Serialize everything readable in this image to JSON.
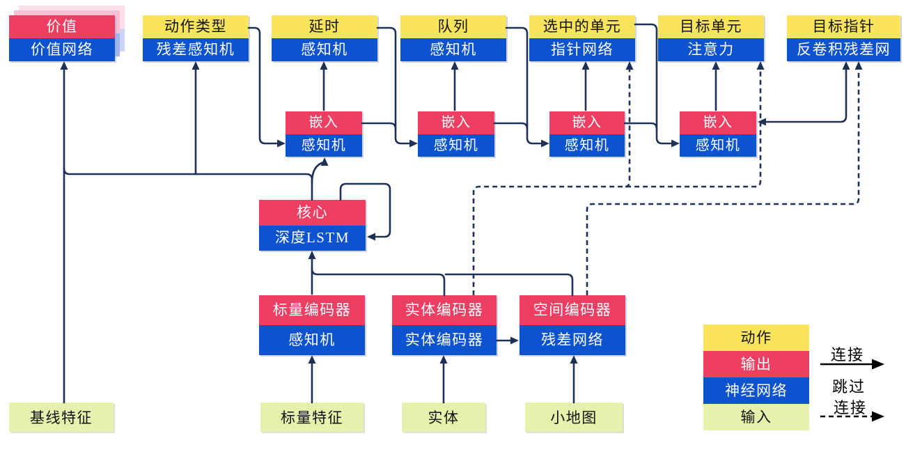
{
  "palette": {
    "action_yellow": "#F9E45B",
    "output_red": "#EE3F63",
    "network_blue": "#0D53D0",
    "input_green": "#E4F2AD",
    "connector_navy": "#1F3057",
    "legend_arrow_black": "#000000",
    "value_shadow_pink": "#F6BFD3",
    "value_shadow_blue": "#9FB4EA",
    "value_shadow_pink_far": "#FBDFEA",
    "value_shadow_blue_far": "#CBD6F4"
  },
  "top_row": [
    {
      "id": "value",
      "top": "价值",
      "bottom": "价值网络",
      "top_type": "output"
    },
    {
      "id": "action-type",
      "top": "动作类型",
      "bottom": "残差感知机",
      "top_type": "action"
    },
    {
      "id": "delay",
      "top": "延时",
      "bottom": "感知机",
      "top_type": "action"
    },
    {
      "id": "queue",
      "top": "队列",
      "bottom": "感知机",
      "top_type": "action"
    },
    {
      "id": "selected-units",
      "top": "选中的单元",
      "bottom": "指针网络",
      "top_type": "action"
    },
    {
      "id": "target-unit",
      "top": "目标单元",
      "bottom": "注意力",
      "top_type": "action"
    },
    {
      "id": "target-pointer",
      "top": "目标指针",
      "bottom": "反卷积残差网",
      "top_type": "action"
    }
  ],
  "embeddings": [
    {
      "top": "嵌入",
      "bottom": "感知机"
    },
    {
      "top": "嵌入",
      "bottom": "感知机"
    },
    {
      "top": "嵌入",
      "bottom": "感知机"
    },
    {
      "top": "嵌入",
      "bottom": "感知机"
    }
  ],
  "core": {
    "top": "核心",
    "bottom": "深度LSTM"
  },
  "encoders": [
    {
      "id": "scalar-encoder",
      "top": "标量编码器",
      "bottom": "感知机"
    },
    {
      "id": "entity-encoder",
      "top": "实体编码器",
      "bottom": "实体编码器"
    },
    {
      "id": "spatial-encoder",
      "top": "空间编码器",
      "bottom": "残差网络"
    }
  ],
  "inputs": [
    {
      "id": "baseline-features",
      "label": "基线特征"
    },
    {
      "id": "scalar-features",
      "label": "标量特征"
    },
    {
      "id": "entities",
      "label": "实体"
    },
    {
      "id": "minimap",
      "label": "小地图"
    }
  ],
  "legend": {
    "rows": [
      {
        "label": "动作",
        "type": "action"
      },
      {
        "label": "输出",
        "type": "output"
      },
      {
        "label": "神经网络",
        "type": "network"
      },
      {
        "label": "输入",
        "type": "input"
      }
    ],
    "solid_label": "连接",
    "dashed_label_line1": "跳过",
    "dashed_label_line2": "连接"
  }
}
